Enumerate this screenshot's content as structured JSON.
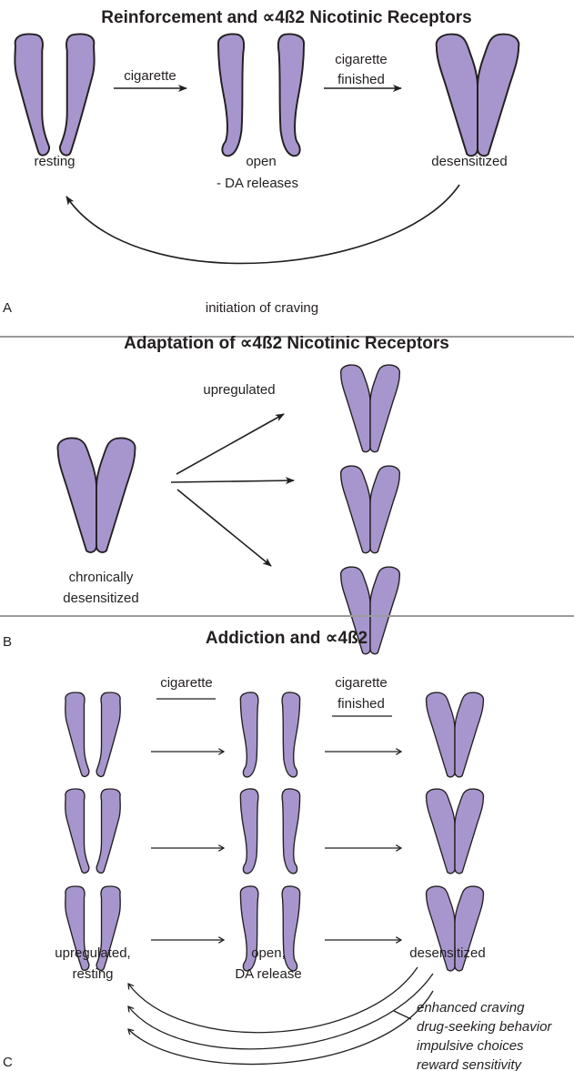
{
  "figure": {
    "fill_color": "#a796cd",
    "outline_color": "#231f20",
    "separator_color": "#9a9a9a"
  },
  "panel_a": {
    "letter": "A",
    "title": "Reinforcement and ∝4ß2 Nicotinic Receptors",
    "states": [
      {
        "kind": "resting",
        "lines": [
          "resting"
        ]
      },
      {
        "kind": "open",
        "lines": [
          "open",
          "- DA releases"
        ]
      },
      {
        "kind": "desensitized",
        "lines": [
          "desensitized"
        ]
      }
    ],
    "transitions": [
      {
        "lines": [
          "cigarette"
        ]
      },
      {
        "lines": [
          "cigarette",
          "finished"
        ]
      }
    ],
    "return_label": "initiation of craving"
  },
  "panel_b": {
    "letter": "B",
    "title": "Adaptation of ∝4ß2 Nicotinic Receptors",
    "source_state": {
      "kind": "desensitized",
      "lines": [
        "chronically",
        "desensitized"
      ]
    },
    "arrow_label": "upregulated",
    "target_count": 3,
    "target_kind": "desensitized"
  },
  "panel_c": {
    "letter": "C",
    "title": "Addiction and ∝4ß2",
    "rows": 3,
    "states": [
      {
        "kind": "resting",
        "lines": [
          "upregulated,",
          "resting"
        ]
      },
      {
        "kind": "open",
        "lines": [
          "open,",
          "DA release"
        ]
      },
      {
        "kind": "desensitized",
        "lines": [
          "desensitized"
        ]
      }
    ],
    "transitions": [
      {
        "lines": [
          "cigarette"
        ]
      },
      {
        "lines": [
          "cigarette",
          "finished"
        ]
      }
    ],
    "consequences": [
      "enhanced craving",
      "drug-seeking behavior",
      "impulsive choices",
      "reward sensitivity"
    ]
  }
}
